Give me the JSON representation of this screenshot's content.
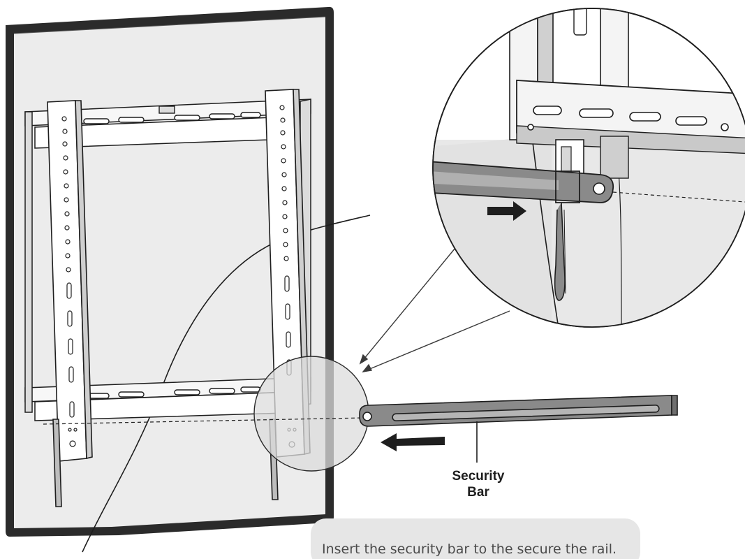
{
  "callout": {
    "line1": "Security",
    "line2": "Bar"
  },
  "caption": {
    "text": "Insert the security bar to the secure the rail."
  },
  "colors": {
    "line": "#1e1e1e",
    "tv_panel": "#ececec",
    "zoom_fill": "#e4e4e4",
    "bar_fill": "#8a8a8a",
    "caption_bg": "#e6e6e6",
    "caption_text": "#4a4a4a"
  },
  "icons": [
    "arrow-right-icon",
    "arrow-left-icon"
  ]
}
